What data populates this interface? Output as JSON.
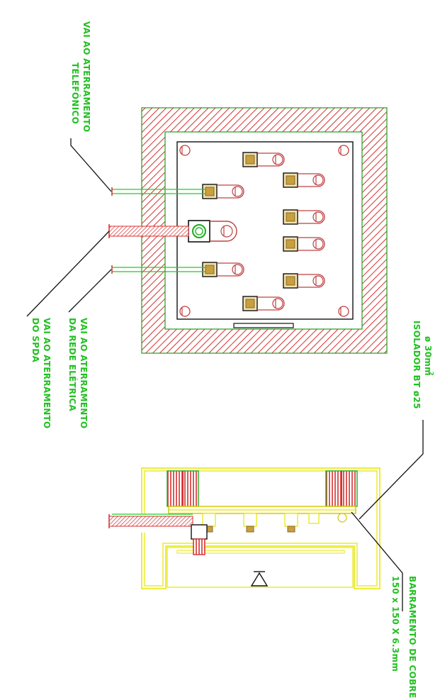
{
  "labels": {
    "telefonico_line1": "VAI AO ATERRAMENTO",
    "telefonico_line2": "TELEFÔNICO",
    "rede_line1": "VAI AO ATERRAMENTO",
    "rede_line2": "DA REDE ELÉTRICA",
    "spda_line1": "VAI AO ATERRAMENTO",
    "spda_line2": "DO SPDA",
    "isolador_line1": "ISOLADOR BT ø25",
    "isolador_line2": "ø 30mm",
    "isolador_sup": "2",
    "barramento_line1": "BARRAMENTO DE COBRE",
    "barramento_line2": "150 x 150 X 6.3mm"
  },
  "colors": {
    "label_green": "#22c022",
    "hatch_red": "#d43030",
    "box_green": "#1e9e1e",
    "insulator_yellow": "#e6e600",
    "terminal_gold": "#c8a040",
    "outline": "#111111"
  }
}
